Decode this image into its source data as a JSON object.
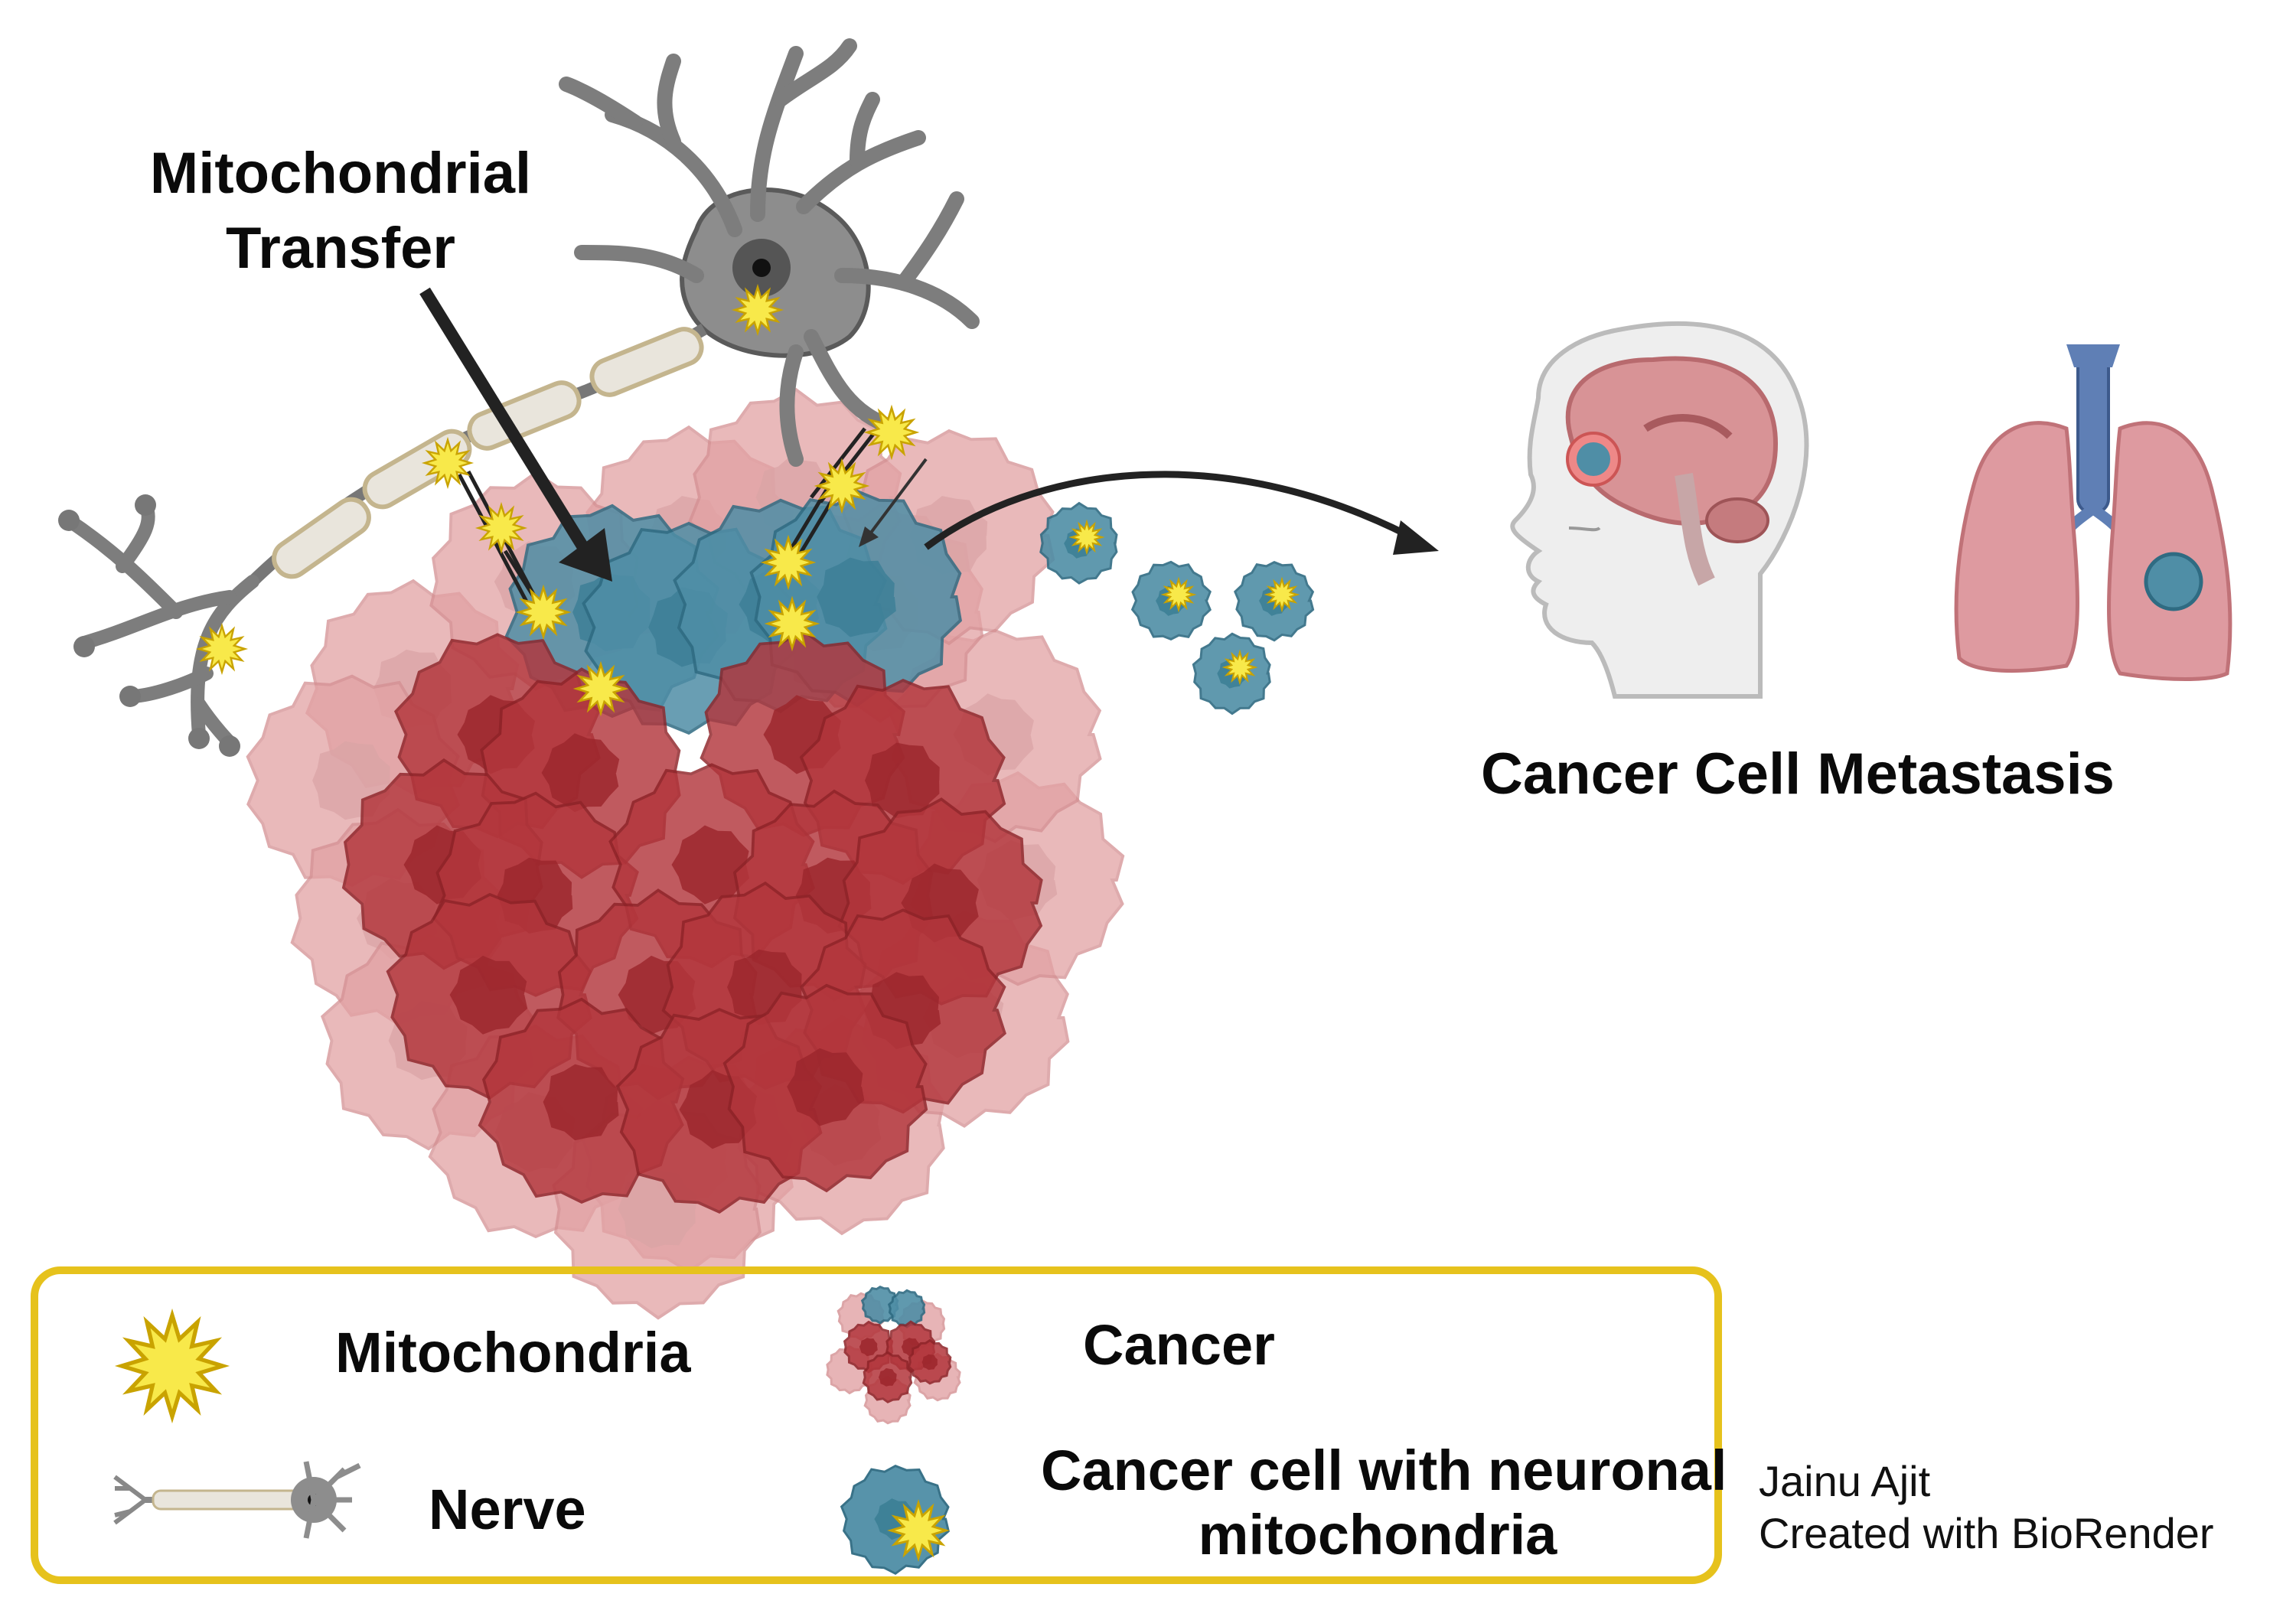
{
  "heading": {
    "line1": "Mitochondrial",
    "line2": "Transfer"
  },
  "metastasis_label": "Cancer Cell Metastasis",
  "legend": {
    "mitochondria": "Mitochondria",
    "nerve": "Nerve",
    "cancer": "Cancer",
    "cancer_cell_line1": "Cancer cell with neuronal",
    "cancer_cell_line2": "mitochondria"
  },
  "credit": {
    "author": "Jainu Ajit",
    "tool": "Created with BioRender"
  },
  "colors": {
    "cancer_dark": "#b3363c",
    "cancer_light": "#e2a2a4",
    "neuronal_cell": "#4f8ea6",
    "mitochondria": "#f8e94a",
    "nerve": "#8a8a8a",
    "legend_border": "#e6c21c"
  }
}
